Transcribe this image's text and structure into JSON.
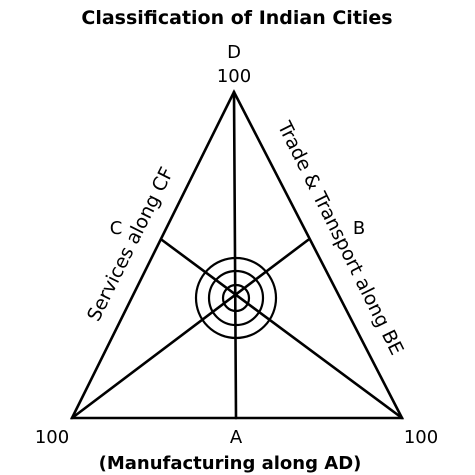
{
  "title": "Classification of Indian Cities",
  "caption": "(Manufacturing along AD)",
  "vertices": {
    "top_letter": "D",
    "top_value": "100",
    "left_value": "100",
    "right_value": "100"
  },
  "midpoints": {
    "bottom": "A",
    "right": "B",
    "left": "C"
  },
  "axis_labels": {
    "services": "Services along CF",
    "trade": "Trade & Transport along BE"
  },
  "colors": {
    "line": "#000000",
    "text": "#000000",
    "background": "#ffffff"
  }
}
